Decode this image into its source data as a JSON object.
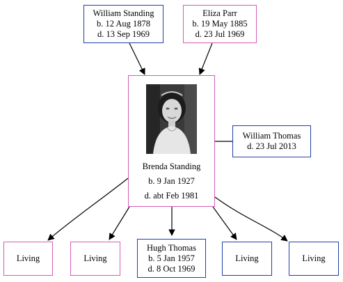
{
  "people": {
    "william_standing": {
      "name": "William Standing",
      "born": "b. 12 Aug 1878",
      "died": "d. 13 Sep 1969",
      "sex": "male"
    },
    "eliza_parr": {
      "name": "Eliza Parr",
      "born": "b. 19 May 1885",
      "died": "d. 23 Jul 1969",
      "sex": "female"
    },
    "brenda_standing": {
      "name": "Brenda Standing",
      "born": "b. 9 Jan 1927",
      "died": "d. abt Feb 1981",
      "sex": "female",
      "photo": "portrait-photo"
    },
    "william_thomas": {
      "name": "William Thomas",
      "died": "d. 23 Jul 2013",
      "sex": "male"
    },
    "child1": {
      "name": "Living",
      "sex": "female"
    },
    "child2": {
      "name": "Living",
      "sex": "female"
    },
    "hugh_thomas": {
      "name": "Hugh Thomas",
      "born": "b. 5 Jan 1957",
      "died": "d. 8 Oct 1969",
      "sex": "male"
    },
    "child4": {
      "name": "Living",
      "sex": "male"
    },
    "child5": {
      "name": "Living",
      "sex": "male"
    }
  },
  "colors": {
    "male_border": "#1f3fa6",
    "female_border": "#d45bb6",
    "edge": "#000000"
  }
}
